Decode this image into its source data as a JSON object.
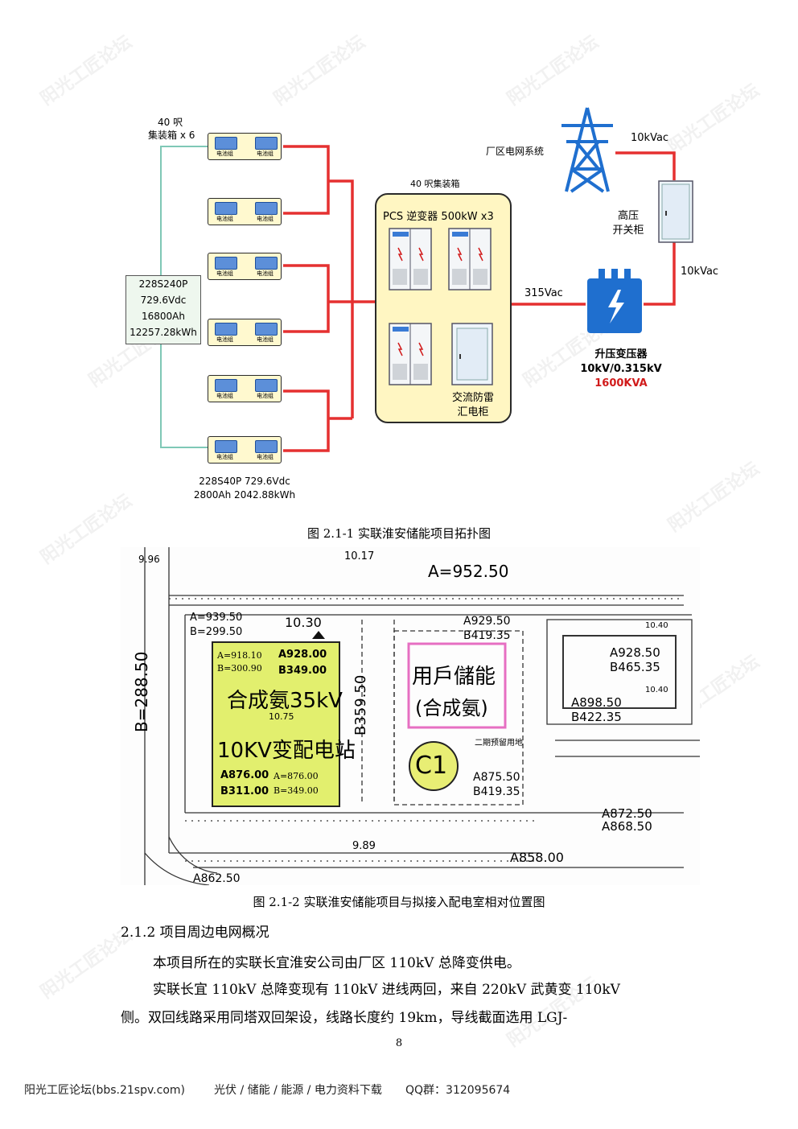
{
  "topology": {
    "container_top_label_1": "40 呎",
    "container_top_label_2": "集装箱 x 6",
    "battery_cell_left": "电池组",
    "battery_cell_right": "电池组",
    "battery_spec_main": [
      "228S240P",
      "729.6Vdc",
      "16800Ah",
      "12257.28kWh"
    ],
    "battery_spec_bottom": [
      "228S40P 729.6Vdc",
      "2800Ah 2042.88kWh"
    ],
    "pcs_container_label": "40 呎集装箱",
    "pcs_title": "PCS 逆变器 500kW x3",
    "ac_cabinet_label": [
      "交流防雷",
      "汇电柜"
    ],
    "grid_label": "厂区电网系统",
    "voltage_top": "10kVac",
    "switchgear_label": [
      "高压",
      "开关柜"
    ],
    "voltage_right": "10kVac",
    "voltage_pcs": "315Vac",
    "transformer_label": "升压变压器",
    "transformer_ratio": "10kV/0.315kV",
    "transformer_capacity": "1600KVA"
  },
  "captions": {
    "fig1": "图 2.1-1   实联淮安储能项目拓扑图",
    "fig2": "图 2.1-2   实联淮安储能项目与拟接入配电室相对位置图"
  },
  "site_plan": {
    "labels": {
      "a_top": "A=952.50",
      "d_top": "10.17",
      "d_left": "9.96",
      "a1": "A=939.50",
      "b1": "B=299.50",
      "h_mid": "10.30",
      "b_left": "B=288.50",
      "yellow_a1": "A=918.10",
      "yellow_b1": "B=300.90",
      "yellow_a2": "A928.00",
      "yellow_b2": "B349.00",
      "yellow_title1": "合成氨35kV",
      "yellow_sub": "10.75",
      "yellow_title2": "10KV变配电站",
      "yellow_a3": "A876.00",
      "yellow_b3": "B311.00",
      "yellow_a4": "A=876.00",
      "yellow_b4": "B=349.00",
      "b359": "B359.50",
      "a929": "A929.50",
      "b419": "B419.35",
      "storage_1": "用戶儲能",
      "storage_2": "(合成氨)",
      "c1": "C1",
      "phase2": "二期预留用地",
      "a875": "A875.50",
      "b419b": "B419.35",
      "a928b": "A928.50",
      "b465": "B465.35",
      "a898": "A898.50",
      "b422": "B422.35",
      "h1040a": "10.40",
      "h1040b": "10.40",
      "a872": "A872.50",
      "a868": "A868.50",
      "d989": "9.89",
      "a858": "A858.00",
      "a862": "A862.50"
    }
  },
  "body": {
    "section_heading": "2.1.2 项目周边电网概况",
    "p1": "本项目所在的实联长宜淮安公司由厂区 110kV 总降变供电。",
    "p2_line1": "实联长宜 110kV 总降变现有 110kV 进线两回，来自 220kV  武黄变 110kV",
    "p2_line2": "侧。双回线路采用同塔双回架设，线路长度约 19km，导线截面选用 LGJ-"
  },
  "page_number": "8",
  "footer": {
    "site": "阳光工匠论坛(bbs.21spv.com)",
    "tags": "光伏 / 储能 / 能源 / 电力资料下载",
    "qq": "QQ群：312095674"
  },
  "watermark_text": "阳光工匠论坛",
  "colors": {
    "dc_line": "#e53030",
    "battery_link": "#7fc8b6",
    "pcs_fill": "#fff6c2",
    "tower_blue": "#1f6fcf",
    "capacity_red": "#d11b1b",
    "yellow_block": "#e2ef6e",
    "pink_box": "#e66fc2"
  }
}
